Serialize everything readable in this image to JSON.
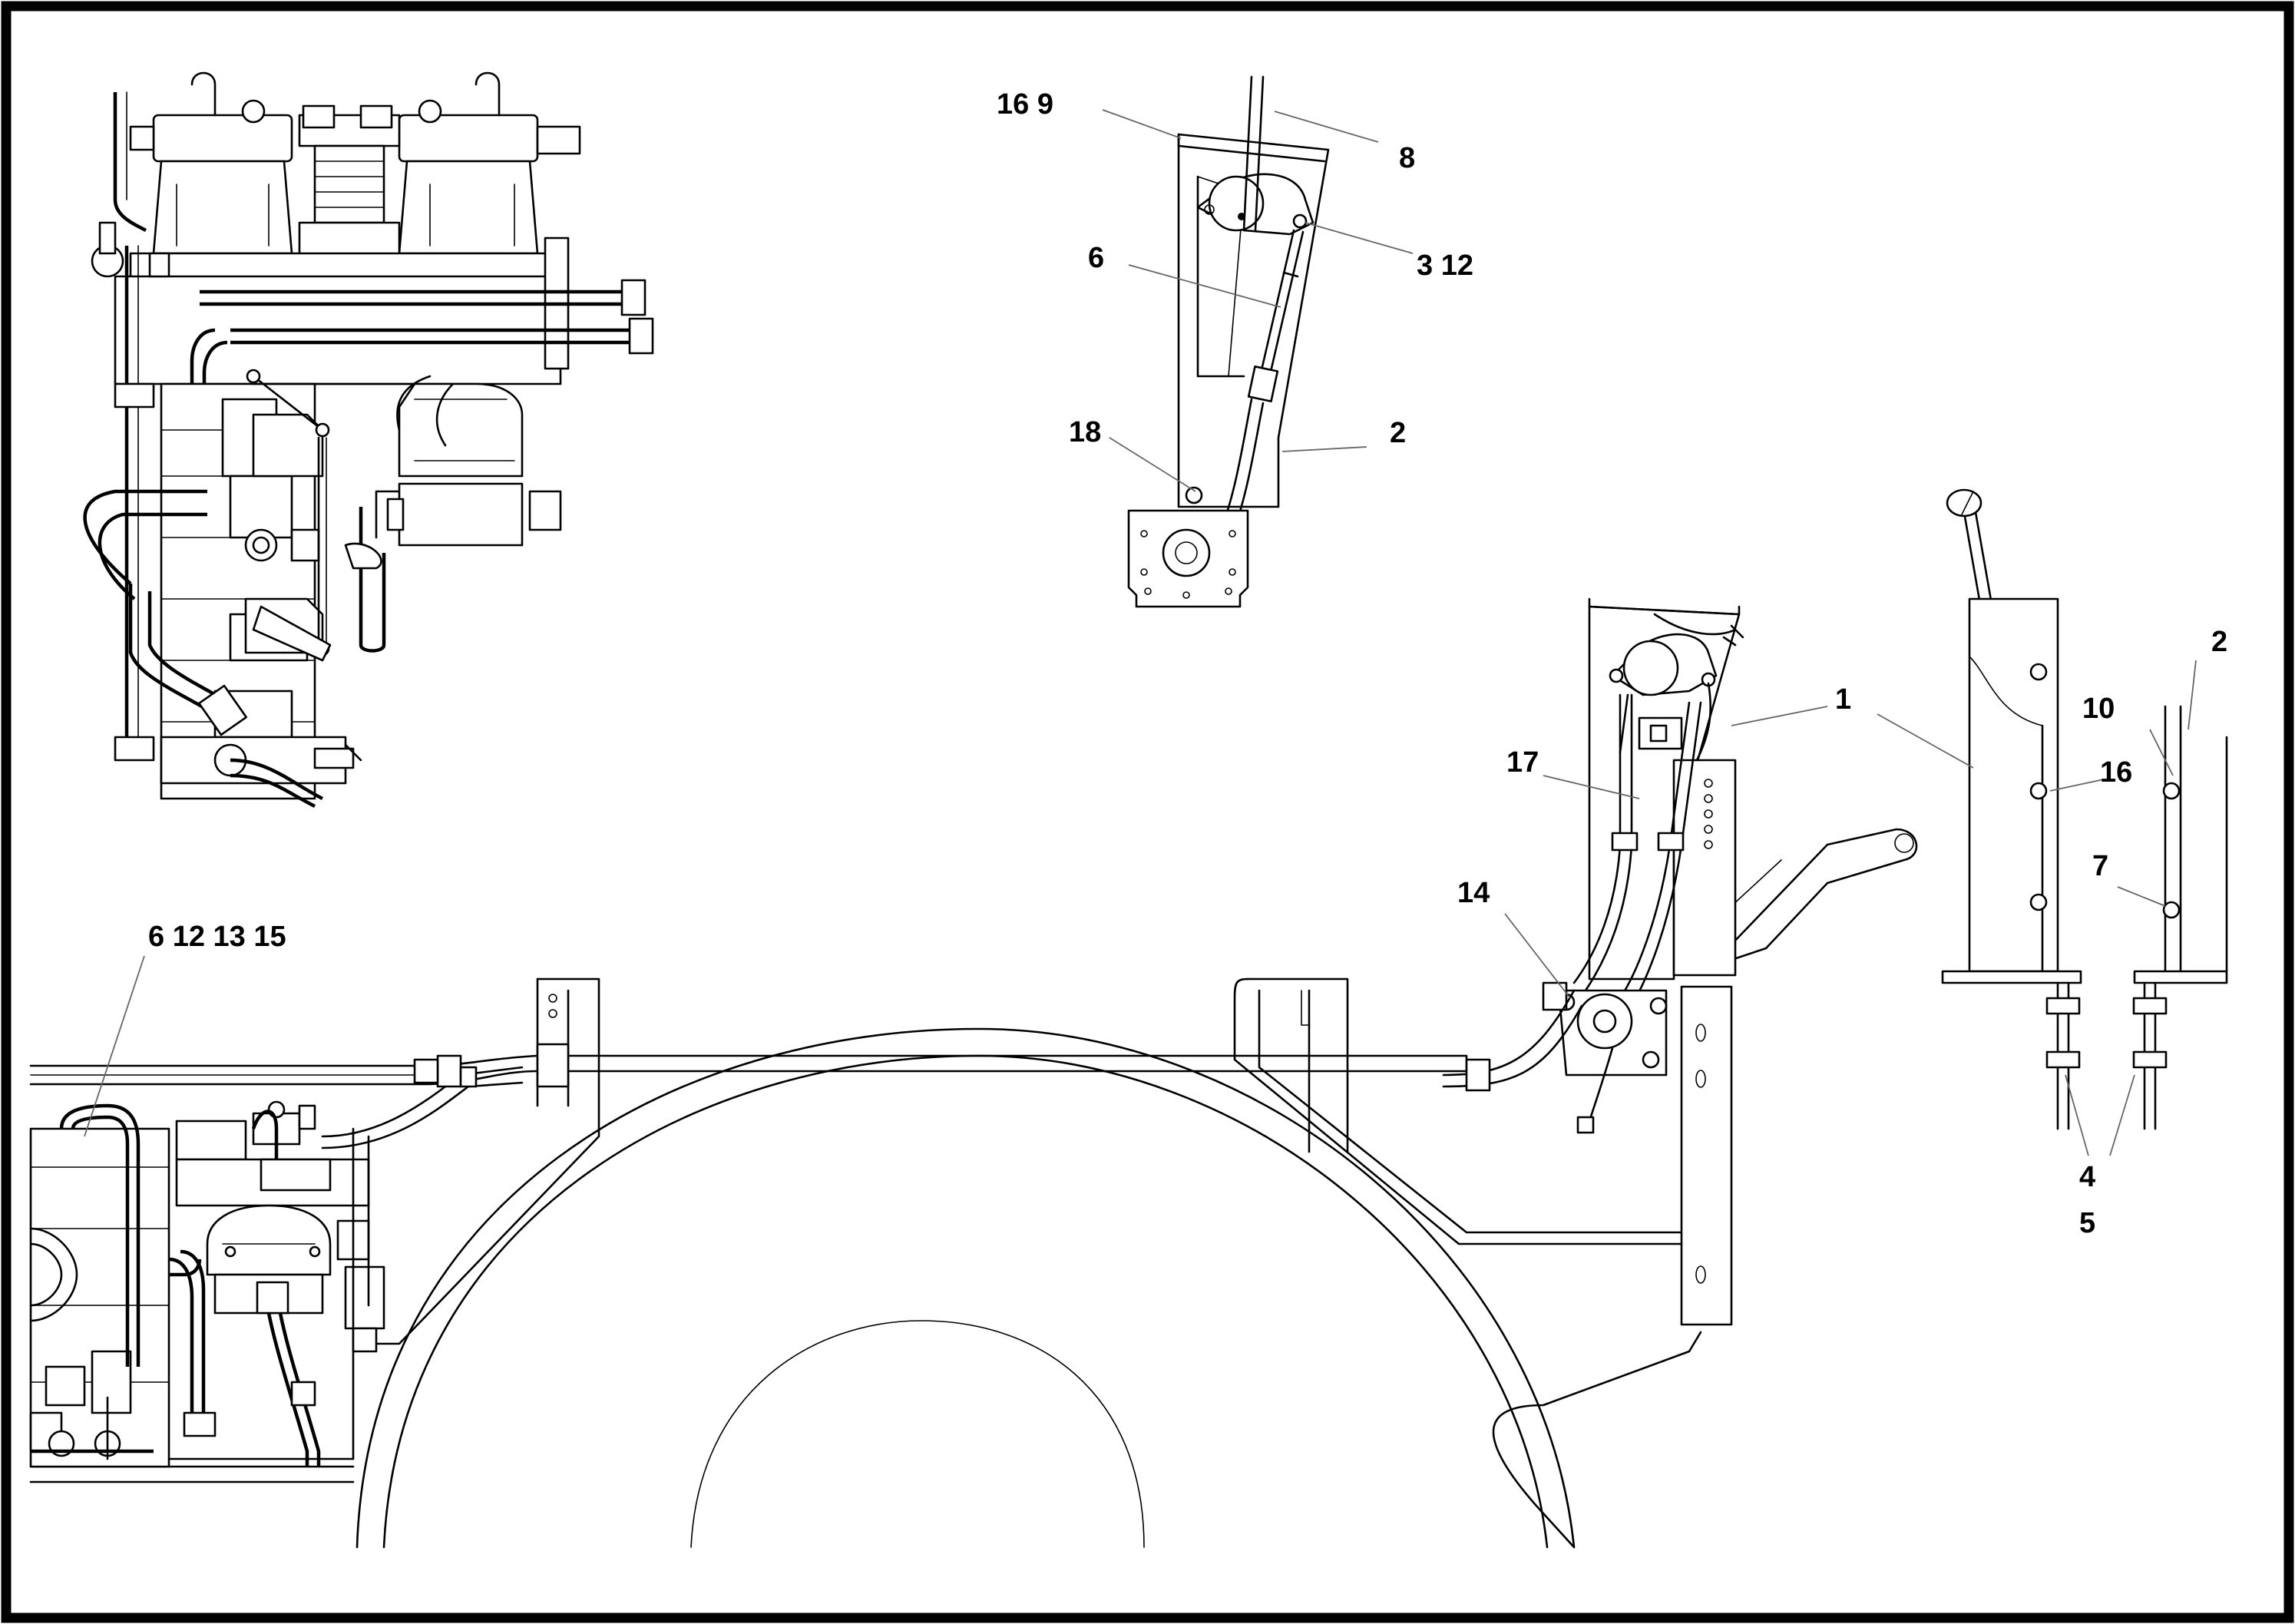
{
  "diagram": {
    "callouts": {
      "c16_9": "16   9",
      "c8": "8",
      "c3_12": "3   12",
      "c6_top": "6",
      "c18": "18",
      "c2_top": "2",
      "c1": "1",
      "c17": "17",
      "c14": "14",
      "c6_12_13_15": "6   12  13  15",
      "c2_right": "2",
      "c10": "10",
      "c16_right": "16",
      "c7": "7",
      "c4": "4",
      "c5": "5"
    }
  }
}
